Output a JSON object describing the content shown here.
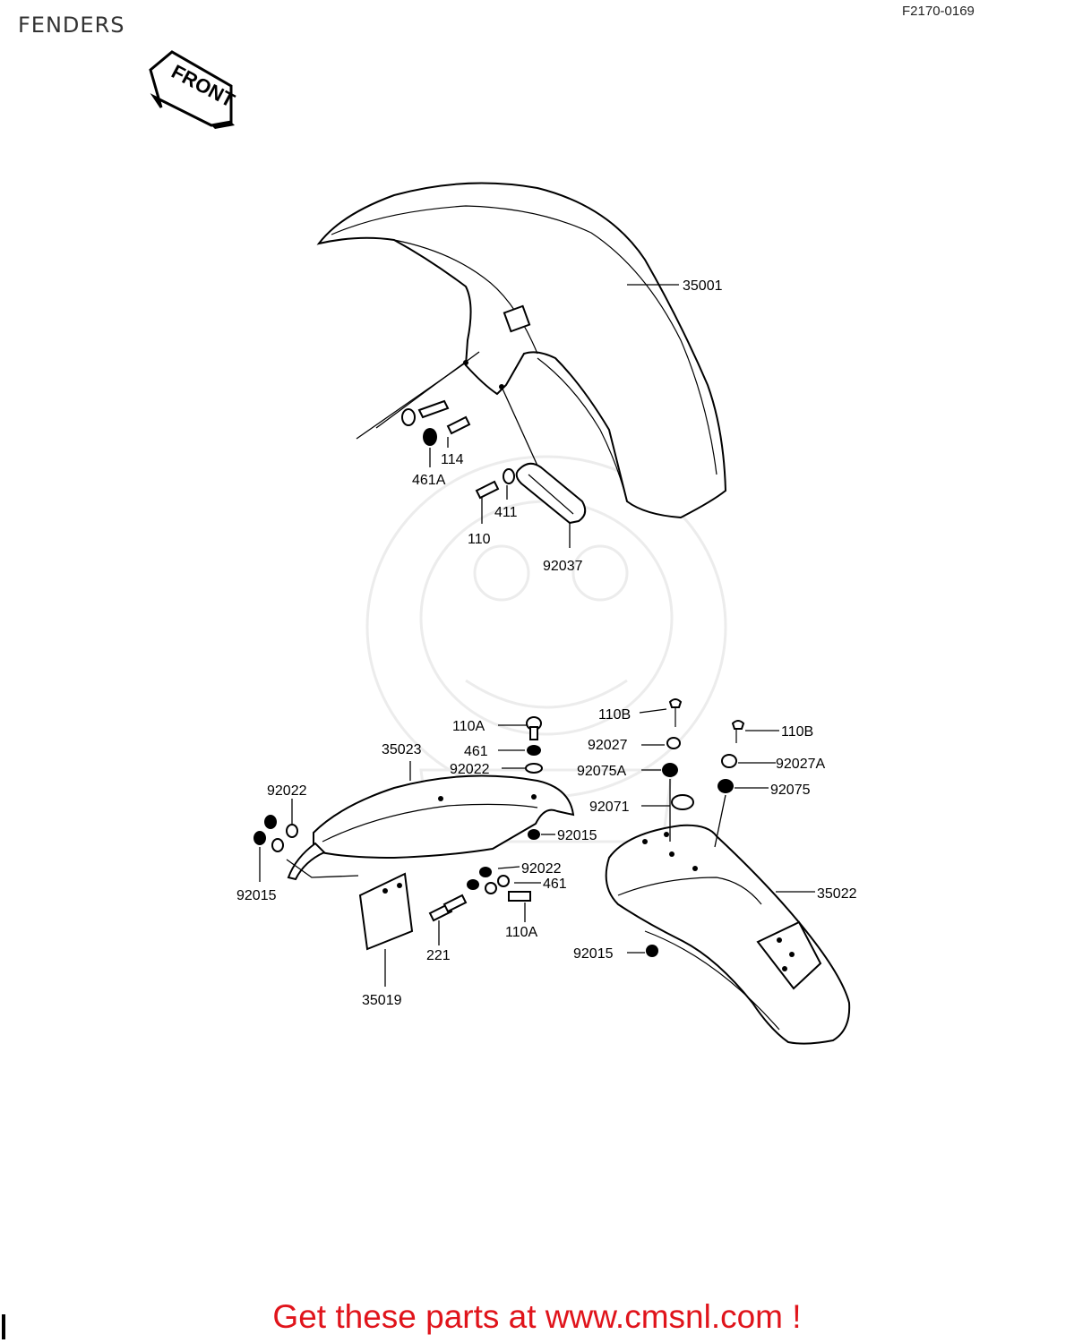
{
  "header": {
    "title": "FENDERS",
    "ref_code": "F2170-0169",
    "front_sign": "FRONT"
  },
  "labels": {
    "front_fender": "35001",
    "bolt_114": "114",
    "nut_461A": "461A",
    "washer_411": "411",
    "bolt_110": "110",
    "stay_92037": "92037",
    "bolt_110A_top": "110A",
    "washer_461_top": "461",
    "cushion_92022_top": "92022",
    "rear_fender_front": "35023",
    "nut_92015_mid": "92015",
    "cushion_92022_left": "92022",
    "nut_92015_left": "92015",
    "cushion_92022_low": "92022",
    "washer_461_low": "461",
    "bolt_110A_low": "110A",
    "screw_221": "221",
    "flap_35019": "35019",
    "bolt_110B_left": "110B",
    "bolt_110B_right": "110B",
    "collar_92027": "92027",
    "collar_92027A": "92027A",
    "grommet_92075A": "92075A",
    "grommet_92075": "92075",
    "spacer_92071": "92071",
    "rear_fender_rear": "35022",
    "nut_92015_rear": "92015"
  },
  "footer": {
    "promo": "Get these parts at www.cmsnl.com !"
  }
}
